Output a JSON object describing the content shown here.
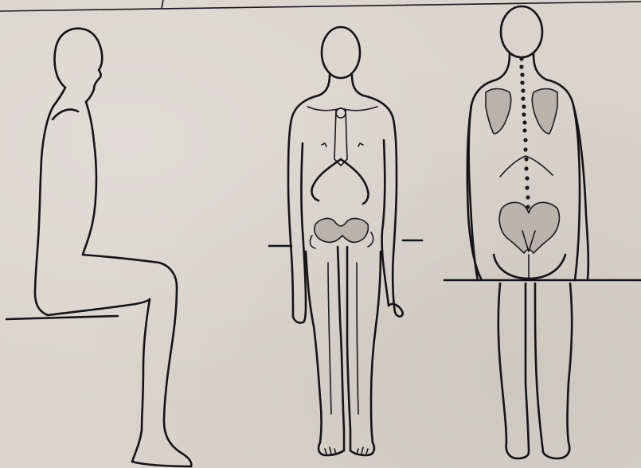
{
  "figure": {
    "panels": [
      "side-view-seated",
      "front-view-standing",
      "back-view-standing"
    ],
    "ink_color": "#141414",
    "paper_color": "#d9d5cc"
  }
}
